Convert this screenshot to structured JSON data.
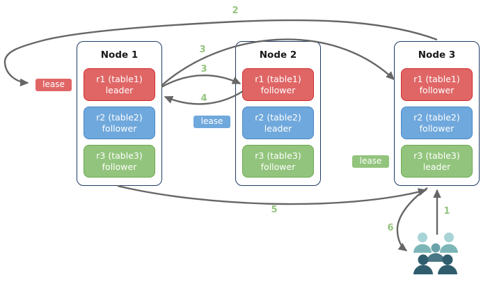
{
  "diagram": {
    "nodes": [
      {
        "title": "Node 1",
        "replicas": [
          {
            "name": "r1 (table1)",
            "role": "leader",
            "color": "red"
          },
          {
            "name": "r2 (table2)",
            "role": "follower",
            "color": "blue"
          },
          {
            "name": "r3 (table3)",
            "role": "follower",
            "color": "green"
          }
        ]
      },
      {
        "title": "Node 2",
        "replicas": [
          {
            "name": "r1 (table1)",
            "role": "follower",
            "color": "red"
          },
          {
            "name": "r2 (table2)",
            "role": "leader",
            "color": "blue"
          },
          {
            "name": "r3 (table3)",
            "role": "follower",
            "color": "green"
          }
        ]
      },
      {
        "title": "Node 3",
        "replicas": [
          {
            "name": "r1 (table1)",
            "role": "follower",
            "color": "red"
          },
          {
            "name": "r2 (table2)",
            "role": "follower",
            "color": "blue"
          },
          {
            "name": "r3 (table3)",
            "role": "leader",
            "color": "green"
          }
        ]
      }
    ],
    "leases": [
      {
        "label": "lease",
        "color": "red"
      },
      {
        "label": "lease",
        "color": "blue"
      },
      {
        "label": "lease",
        "color": "green"
      }
    ],
    "steps": {
      "s1": "1",
      "s2": "2",
      "s3a": "3",
      "s3b": "3",
      "s4": "4",
      "s5": "5",
      "s6": "6"
    },
    "colors": {
      "red_fill": "#e06666",
      "red_border": "#cf2b2b",
      "blue_fill": "#6fa8dc",
      "blue_border": "#4a86c6",
      "green_fill": "#93c47d",
      "green_border": "#6aa84f",
      "node_border": "#1f3864",
      "arrow": "#666666",
      "step_label": "#93c47d",
      "users_back": "#a8d4d6",
      "users_back_body": "#7db6b8",
      "users_mid_head": "#6aa2aa",
      "users_mid_body": "#4a7685",
      "users_front": "#2f5d6d"
    }
  }
}
